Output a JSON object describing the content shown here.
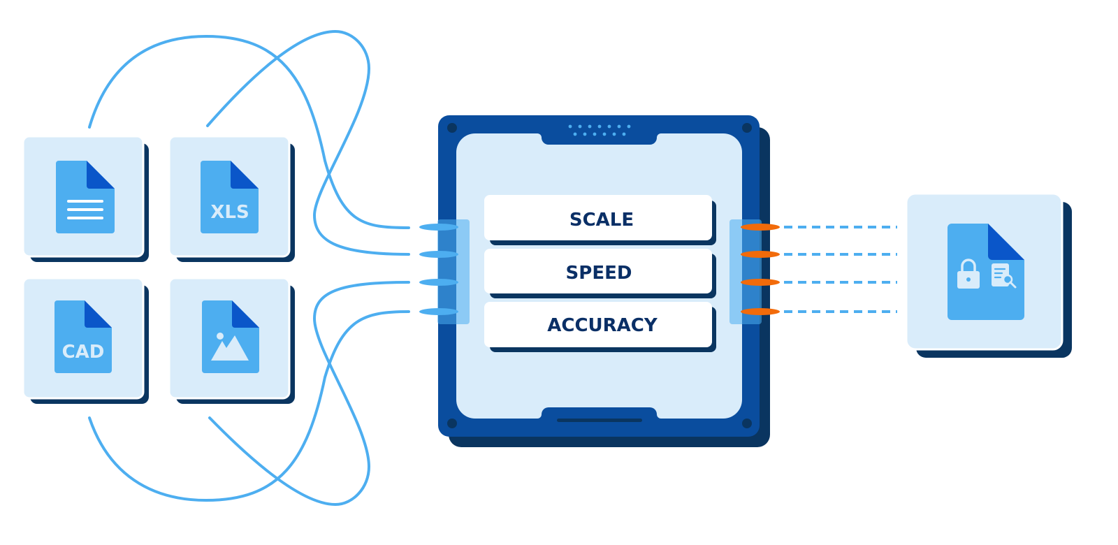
{
  "inputs": {
    "doc_label": "",
    "xls_label": "XLS",
    "cad_label": "CAD",
    "image_label": ""
  },
  "processor": {
    "rows": [
      "SCALE",
      "SPEED",
      "ACCURACY"
    ]
  },
  "colors": {
    "navy": "#0a3560",
    "cobalt": "#0a4d9e",
    "panel": "#d9ecfa",
    "file_blue": "#4daef0",
    "file_fold": "#0a56c9",
    "wire": "#4daef0",
    "orange": "#f26b0a",
    "text": "#0a2f66"
  }
}
